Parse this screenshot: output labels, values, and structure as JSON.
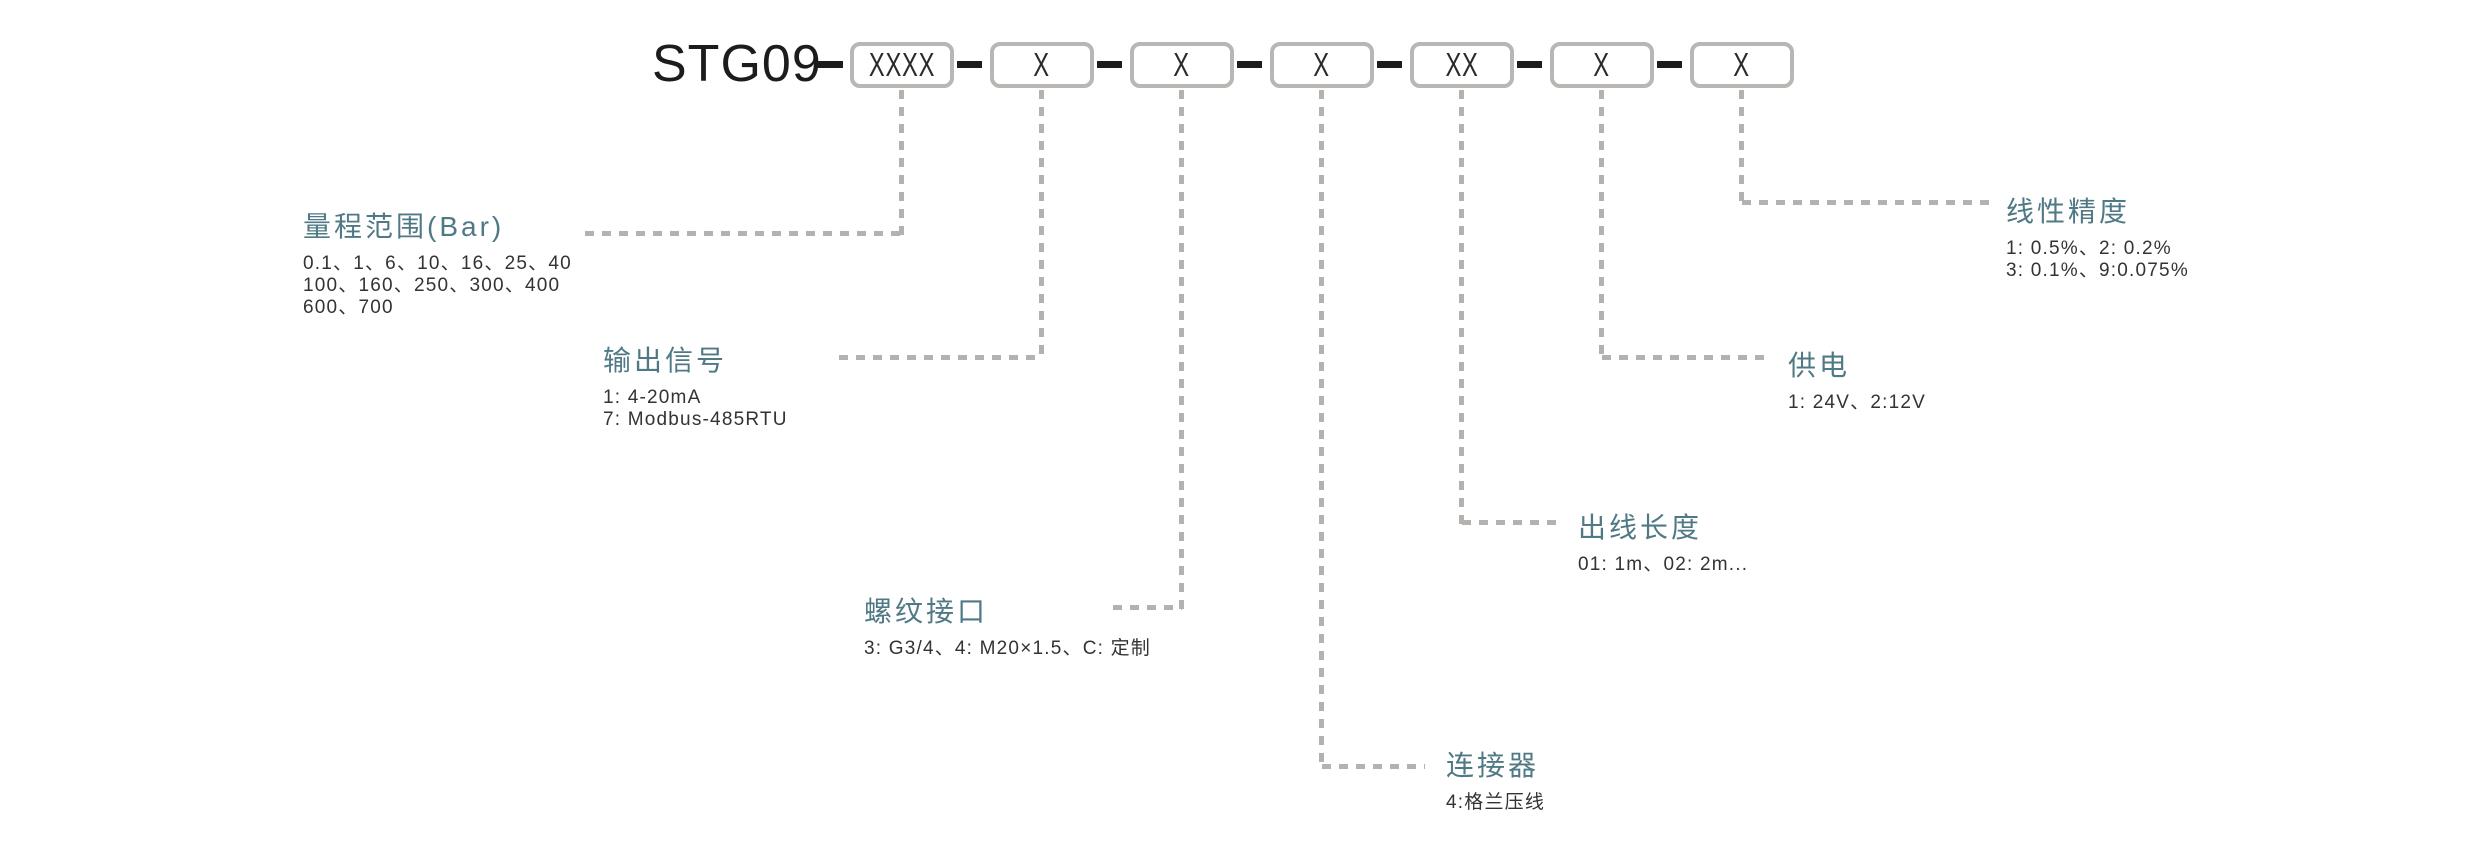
{
  "model_code": {
    "model": "STG09",
    "boxes": [
      "XXXX",
      "X",
      "X",
      "X",
      "XX",
      "X",
      "X"
    ]
  },
  "sections": [
    {
      "label": "量程范围(Bar)",
      "lines": [
        "0.1、1、6、10、16、25、40",
        "100、160、250、300、400",
        "600、700"
      ]
    },
    {
      "label": "输出信号",
      "lines": [
        "1: 4-20mA",
        "7: Modbus-485RTU"
      ]
    },
    {
      "label": "螺纹接口",
      "lines": [
        "3: G3/4、4: M20×1.5、C: 定制"
      ]
    },
    {
      "label": "连接器",
      "lines": [
        "4:格兰压线"
      ]
    },
    {
      "label": "出线长度",
      "lines": [
        "01: 1m、02: 2m..."
      ]
    },
    {
      "label": "供电",
      "lines": [
        "1: 24V、2:12V"
      ]
    },
    {
      "label": "线性精度",
      "lines": [
        "1: 0.5%、2: 0.2%",
        "3: 0.1%、9:0.075%"
      ]
    }
  ],
  "colors": {
    "accent_teal": "#507986",
    "leader_line_gray": "#b4b1ae",
    "box_border_gray": "#b9b6b3",
    "body_text": "#333333",
    "model_text": "#1c1c1c"
  }
}
